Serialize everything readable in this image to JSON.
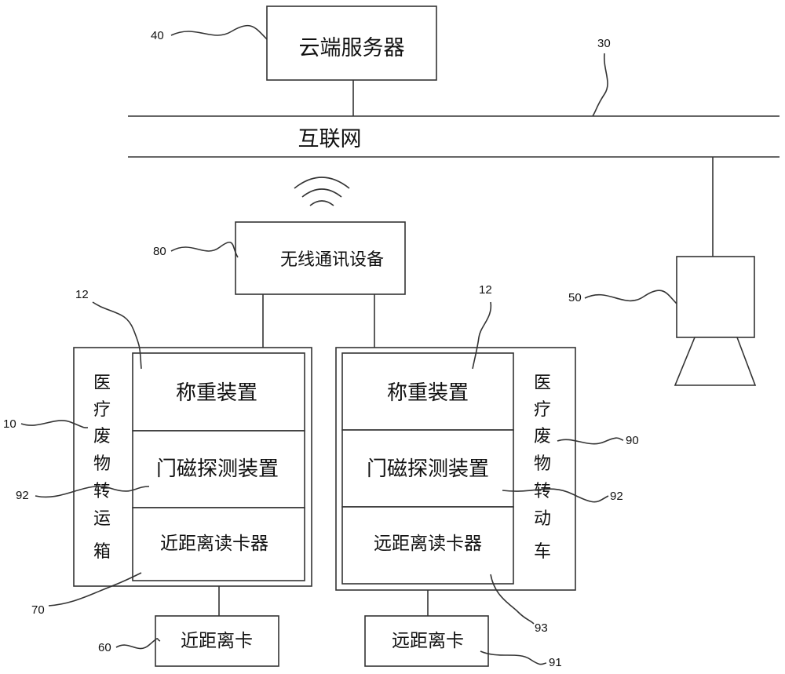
{
  "nodes": {
    "cloud_server": "云端服务器",
    "internet": "互联网",
    "wireless_device": "无线通讯设备",
    "left_container": {
      "vertical_label": [
        "医",
        "疗",
        "废",
        "物",
        "转",
        "运",
        "箱"
      ],
      "weighing": "称重装置",
      "door_sensor": "门磁探测装置",
      "reader": "近距离读卡器",
      "card": "近距离卡"
    },
    "right_cart": {
      "vertical_label": [
        "医",
        "疗",
        "废",
        "物",
        "转",
        "动",
        "车"
      ],
      "weighing": "称重装置",
      "door_sensor": "门磁探测装置",
      "reader": "远距离读卡器",
      "card": "远距离卡"
    }
  },
  "refs": {
    "r40": "40",
    "r30": "30",
    "r80": "80",
    "r50": "50",
    "r12_left": "12",
    "r12_right": "12",
    "r10": "10",
    "r90": "90",
    "r92_left": "92",
    "r92_right": "92",
    "r70": "70",
    "r93": "93",
    "r60": "60",
    "r91": "91"
  }
}
